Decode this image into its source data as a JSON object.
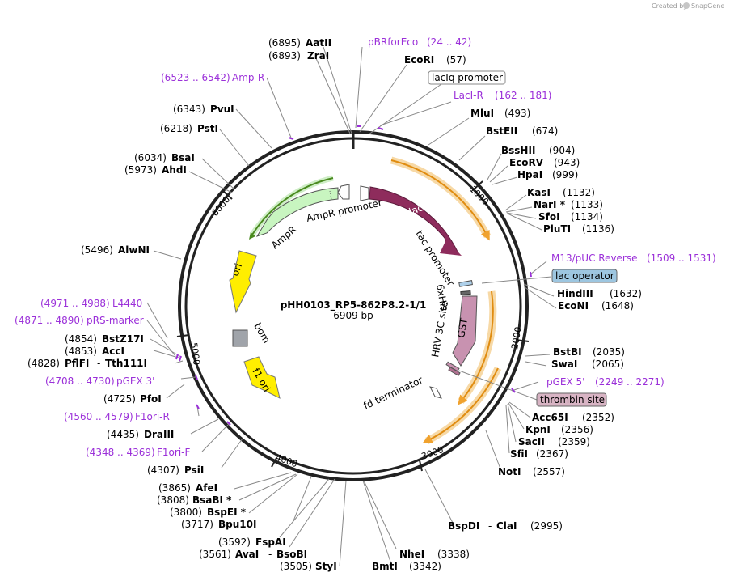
{
  "branding": {
    "created_by": "Created by",
    "app": "SnapGene"
  },
  "map": {
    "name": "pHH0103_RP5-862P8.2-1/1",
    "length": "6909 bp",
    "ticks": [
      "1000",
      "2000",
      "3000",
      "4000",
      "5000",
      "6000"
    ]
  },
  "features": {
    "lacI": "lacI",
    "ampr": "AmpR",
    "ampr_promoter": "AmpR promoter",
    "tac_promoter": "tac promoter",
    "ori": "ori",
    "bom": "bom",
    "f1_ori": "f1 ori",
    "sixhis": "6xHis",
    "hrv": "HRV 3C site",
    "gst": "GST",
    "fd": "fd terminator"
  },
  "boxed_labels": {
    "laciq": "lacIq promoter",
    "lacop": "lac operator",
    "thrombin": "thrombin site"
  },
  "sites": {
    "aatii": {
      "pos": "(6895)",
      "name": "AatII"
    },
    "zrai": {
      "pos": "(6893)",
      "name": "ZraI"
    },
    "ecori": {
      "pos": "(57)",
      "name": "EcoRI"
    },
    "mlui": {
      "pos": "(493)",
      "name": "MluI"
    },
    "bsteii": {
      "pos": "(674)",
      "name": "BstEII"
    },
    "bsshii": {
      "pos": "(904)",
      "name": "BssHII"
    },
    "ecorv": {
      "pos": "(943)",
      "name": "EcoRV"
    },
    "hpai": {
      "pos": "(999)",
      "name": "HpaI"
    },
    "kasi": {
      "pos": "(1132)",
      "name": "KasI"
    },
    "nari": {
      "pos": "(1133)",
      "name": "NarI *"
    },
    "sfoi": {
      "pos": "(1134)",
      "name": "SfoI"
    },
    "pluti": {
      "pos": "(1136)",
      "name": "PluTI"
    },
    "hindiii": {
      "pos": "(1632)",
      "name": "HindIII"
    },
    "econi": {
      "pos": "(1648)",
      "name": "EcoNI"
    },
    "bstbi": {
      "pos": "(2035)",
      "name": "BstBI"
    },
    "swai": {
      "pos": "(2065)",
      "name": "SwaI"
    },
    "acc65i": {
      "pos": "(2352)",
      "name": "Acc65I"
    },
    "kpni": {
      "pos": "(2356)",
      "name": "KpnI"
    },
    "sacii": {
      "pos": "(2359)",
      "name": "SacII"
    },
    "sfii": {
      "pos": "(2367)",
      "name": "SfiI"
    },
    "noti": {
      "pos": "(2557)",
      "name": "NotI"
    },
    "bspdi": {
      "pos": "(2995)",
      "name": "BspDI",
      "name2": "ClaI"
    },
    "nhei": {
      "pos": "(3338)",
      "name": "NheI"
    },
    "bmti": {
      "pos": "(3342)",
      "name": "BmtI"
    },
    "styi": {
      "pos": "(3505)",
      "name": "StyI"
    },
    "avai": {
      "pos": "(3561)",
      "name": "AvaI",
      "name2": "BsoBI"
    },
    "fspai": {
      "pos": "(3592)",
      "name": "FspAI"
    },
    "bpu10i": {
      "pos": "(3717)",
      "name": "Bpu10I"
    },
    "bspei": {
      "pos": "(3800)",
      "name": "BspEI *"
    },
    "bsabi": {
      "pos": "(3808)",
      "name": "BsaBI *"
    },
    "afei": {
      "pos": "(3865)",
      "name": "AfeI"
    },
    "psii": {
      "pos": "(4307)",
      "name": "PsiI"
    },
    "draiii": {
      "pos": "(4435)",
      "name": "DraIII"
    },
    "pfoi": {
      "pos": "(4725)",
      "name": "PfoI"
    },
    "pflfi": {
      "pos": "(4828)",
      "name": "PflFI",
      "name2": "Tth111I"
    },
    "acci": {
      "pos": "(4853)",
      "name": "AccI"
    },
    "bstz17i": {
      "pos": "(4854)",
      "name": "BstZ17I"
    },
    "alwni": {
      "pos": "(5496)",
      "name": "AlwNI"
    },
    "ahdi": {
      "pos": "(5973)",
      "name": "AhdI"
    },
    "bsai": {
      "pos": "(6034)",
      "name": "BsaI"
    },
    "psti": {
      "pos": "(6218)",
      "name": "PstI"
    },
    "pvui": {
      "pos": "(6343)",
      "name": "PvuI"
    }
  },
  "primers": {
    "pbrforeco": {
      "name": "pBRforEco",
      "range": "(24 .. 42)"
    },
    "ampr_p": {
      "name": "Amp-R",
      "range": "(6523 .. 6542)"
    },
    "laci_r": {
      "name": "LacI-R",
      "range": "(162 .. 181)"
    },
    "m13": {
      "name": "M13/pUC Reverse",
      "range": "(1509 .. 1531)"
    },
    "pgex5": {
      "name": "pGEX 5'",
      "range": "(2249 .. 2271)"
    },
    "l4440": {
      "name": "L4440",
      "range": "(4971 .. 4988)"
    },
    "prs": {
      "name": "pRS-marker",
      "range": "(4871 .. 4890)"
    },
    "pgex3": {
      "name": "pGEX 3'",
      "range": "(4708 .. 4730)"
    },
    "f1orir": {
      "name": "F1ori-R",
      "range": "(4560 .. 4579)"
    },
    "f1orif": {
      "name": "F1ori-F",
      "range": "(4348 .. 4369)"
    }
  },
  "colors": {
    "lacI": "#8e2c5c",
    "ampr": "#c8f5c0",
    "ori": "#ffee00",
    "gst": "#c892b0",
    "primer": "#9b30d9",
    "orf": "#f0a22e",
    "lacop_box": "#9dc6e0",
    "thrombin_box": "#d8b4c4"
  }
}
